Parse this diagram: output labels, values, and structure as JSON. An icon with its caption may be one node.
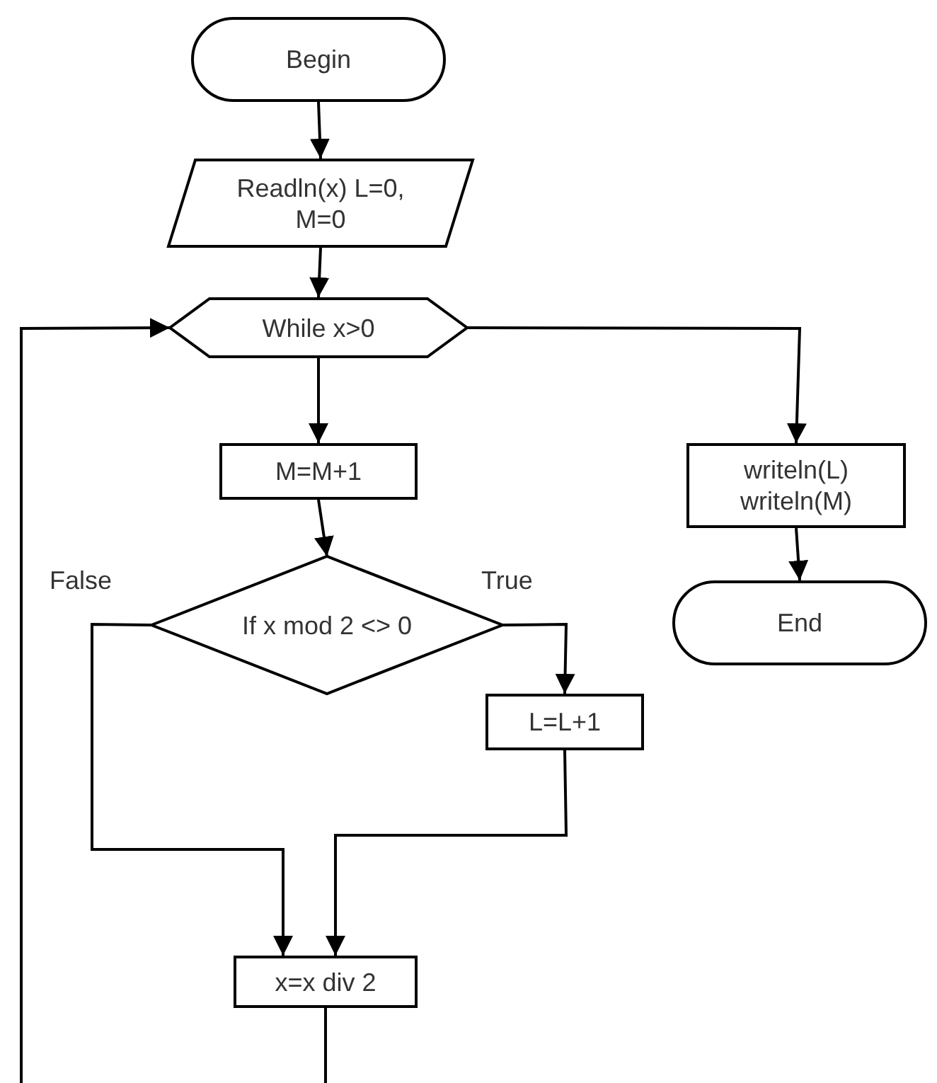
{
  "diagram": {
    "nodes": [
      {
        "text": [
          "Begin"
        ]
      },
      {
        "text": [
          "Readln(x) L=0, M=0"
        ]
      },
      {
        "text": [
          "While x>0"
        ]
      },
      {
        "text": [
          "M=M+1"
        ]
      },
      {
        "text": [
          "If x mod 2 <> 0"
        ]
      },
      {
        "text": [
          "L=L+1"
        ]
      },
      {
        "text": [
          "x=x div 2"
        ]
      },
      {
        "text": [
          "writeln(L) writeln(M)"
        ]
      },
      {
        "text": [
          "End"
        ]
      }
    ],
    "edges": [
      {
        "from": 0,
        "to": 1,
        "arrow": "to"
      },
      {
        "from": 1,
        "to": 2,
        "arrow": "to"
      },
      {
        "from": 2,
        "to": 3,
        "arrow": "to"
      },
      {
        "from": 2,
        "to": 7,
        "arrow": "to"
      },
      {
        "from": 3,
        "to": 4,
        "arrow": "to"
      },
      {
        "from": 4,
        "to": 5,
        "arrow": "to",
        "label": "True"
      },
      {
        "from": 4,
        "to": 6,
        "arrow": "to",
        "label": "False"
      },
      {
        "from": 5,
        "to": 6,
        "arrow": "to"
      },
      {
        "from": 7,
        "to": 8,
        "arrow": "to"
      },
      {
        "from": 6,
        "to": null,
        "arrow": "none"
      },
      {
        "from": null,
        "to": 2,
        "arrow": "to"
      }
    ]
  }
}
